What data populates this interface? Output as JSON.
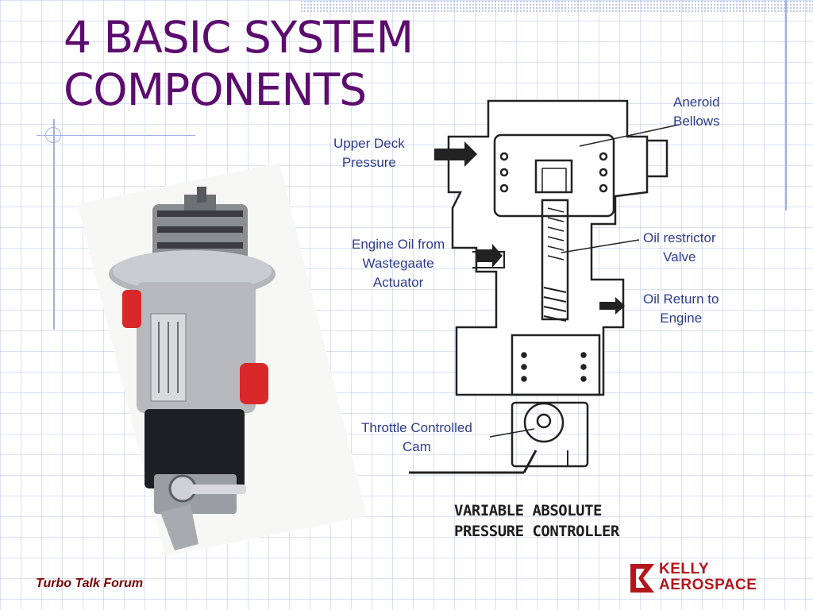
{
  "slide": {
    "title_line1": "4 BASIC SYSTEM",
    "title_line2": "COMPONENTS"
  },
  "diagram": {
    "caption_line1": "VARIABLE ABSOLUTE",
    "caption_line2": "PRESSURE CONTROLLER",
    "labels": {
      "aneroid": [
        "Aneroid",
        "Bellows"
      ],
      "upper_deck": [
        "Upper Deck",
        "Pressure"
      ],
      "engine_oil": [
        "Engine Oil from",
        "Wastegaate",
        "Actuator"
      ],
      "oil_restrictor": [
        "Oil restrictor",
        "Valve"
      ],
      "oil_return": [
        "Oil Return to",
        "Engine"
      ],
      "throttle": [
        "Throttle Controlled",
        "Cam"
      ]
    }
  },
  "footer": {
    "text": "Turbo Talk Forum"
  },
  "logo": {
    "line1": "KELLY",
    "line2": "AEROSPACE"
  },
  "colors": {
    "title": "#5c0c6e",
    "label": "#2c3b8f",
    "footer": "#7a0000",
    "logo": "#b3161c"
  }
}
